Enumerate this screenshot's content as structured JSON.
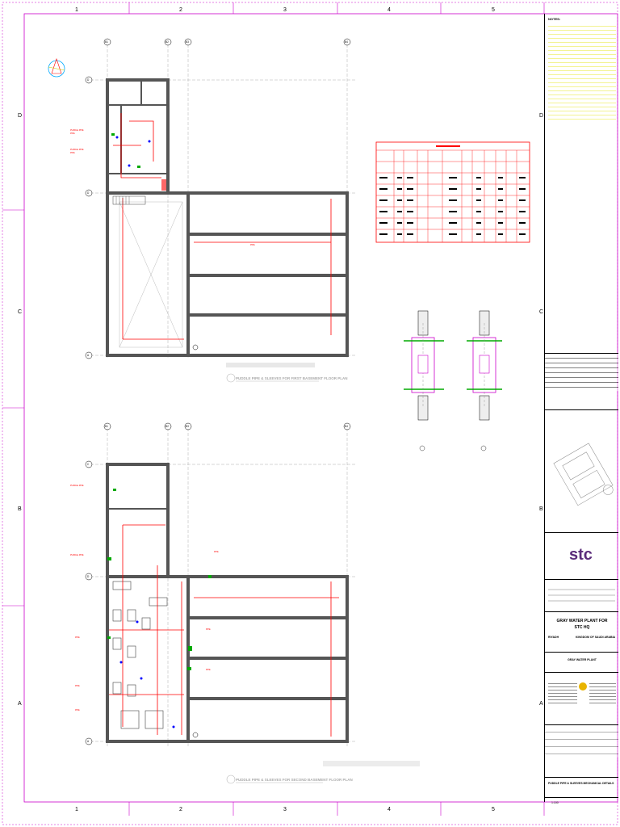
{
  "sheet": {
    "col_labels": [
      "1",
      "2",
      "3",
      "4",
      "5"
    ],
    "row_labels": [
      "D",
      "C",
      "B",
      "A"
    ]
  },
  "plans": {
    "upper_title": "PUDDLE PIPE & SLEEVES FOR FIRST BASEMENT FLOOR PLAN",
    "lower_title": "PUDDLE PIPE & SLEEVES FOR SECOND BASEMENT FLOOR PLAN",
    "grid_lines": [
      "B1",
      "B2",
      "B3",
      "B4"
    ],
    "grid_rows": [
      "C",
      "D",
      "A"
    ]
  },
  "title_block": {
    "notes_title": "NOTES:",
    "client_logo": "stc",
    "project_line1": "GRAY WATER PLANT FOR",
    "project_line2": "STC HQ",
    "location_left": "RIYADH",
    "location_right": "KINGDOM OF SAUDI ARABIA",
    "drawing_subject": "GRAY WATER PLANT",
    "drawing_title": "PUDDLE PIPE & SLEEVES MECHANICAL DETAILS",
    "scale": "1:100"
  },
  "colors": {
    "wall": "#555555",
    "annotation": "#ff0000",
    "accent": "#cc00cc",
    "pipe": "#00aa00",
    "notes": "#cccc00",
    "brand": "#5b2c7a"
  }
}
